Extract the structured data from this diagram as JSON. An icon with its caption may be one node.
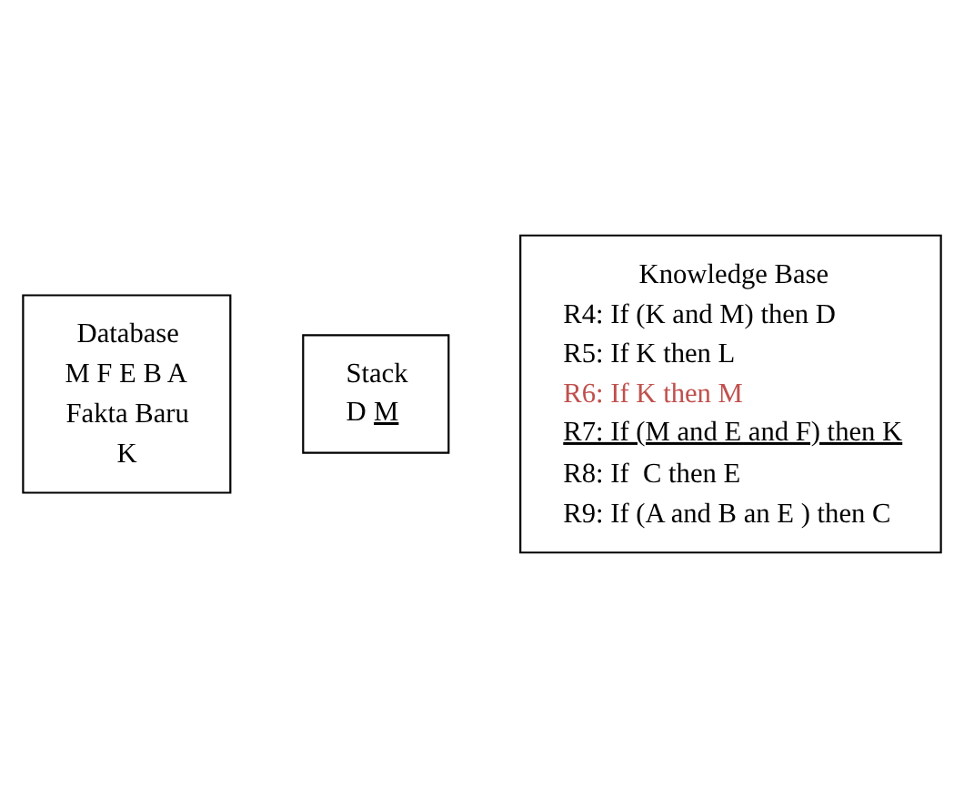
{
  "diagram": {
    "nodes": [
      {
        "text": [
          "Database",
          "M F E B A",
          "Fakta Baru",
          "K"
        ]
      },
      {
        "text": [
          "Stack",
          "D M"
        ]
      },
      {
        "text": [
          "Knowledge Base",
          "R4: If (K and M) then D",
          "R5: If K then L",
          "R6: If K then M",
          "R7: If (M and E and F) then K",
          "R8: If  C then E",
          "R9: If (A and B an E ) then C"
        ]
      }
    ],
    "edges": []
  }
}
